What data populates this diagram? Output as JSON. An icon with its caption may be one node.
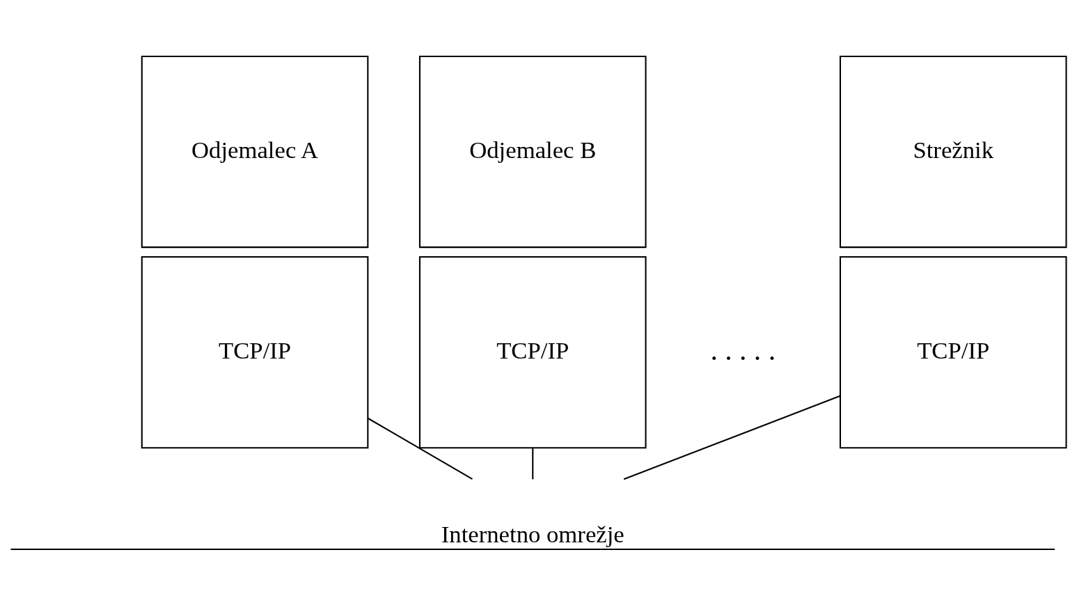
{
  "diagram": {
    "nodes": [
      {
        "text": [
          "Odjemalec A"
        ]
      },
      {
        "text": [
          "TCP/IP"
        ]
      },
      {
        "text": [
          "Odjemalec B"
        ]
      },
      {
        "text": [
          "TCP/IP"
        ]
      },
      {
        "text": [
          "Strežnik"
        ]
      },
      {
        "text": [
          "TCP/IP"
        ]
      },
      {
        "text": [
          "Internetno omrežje"
        ]
      }
    ],
    "edges": [
      {
        "from": 1,
        "to": 6,
        "arrow": "none"
      },
      {
        "from": 3,
        "to": 6,
        "arrow": "none"
      },
      {
        "from": 5,
        "to": 6,
        "arrow": "none"
      }
    ],
    "labels": [
      ". . . . ."
    ]
  }
}
